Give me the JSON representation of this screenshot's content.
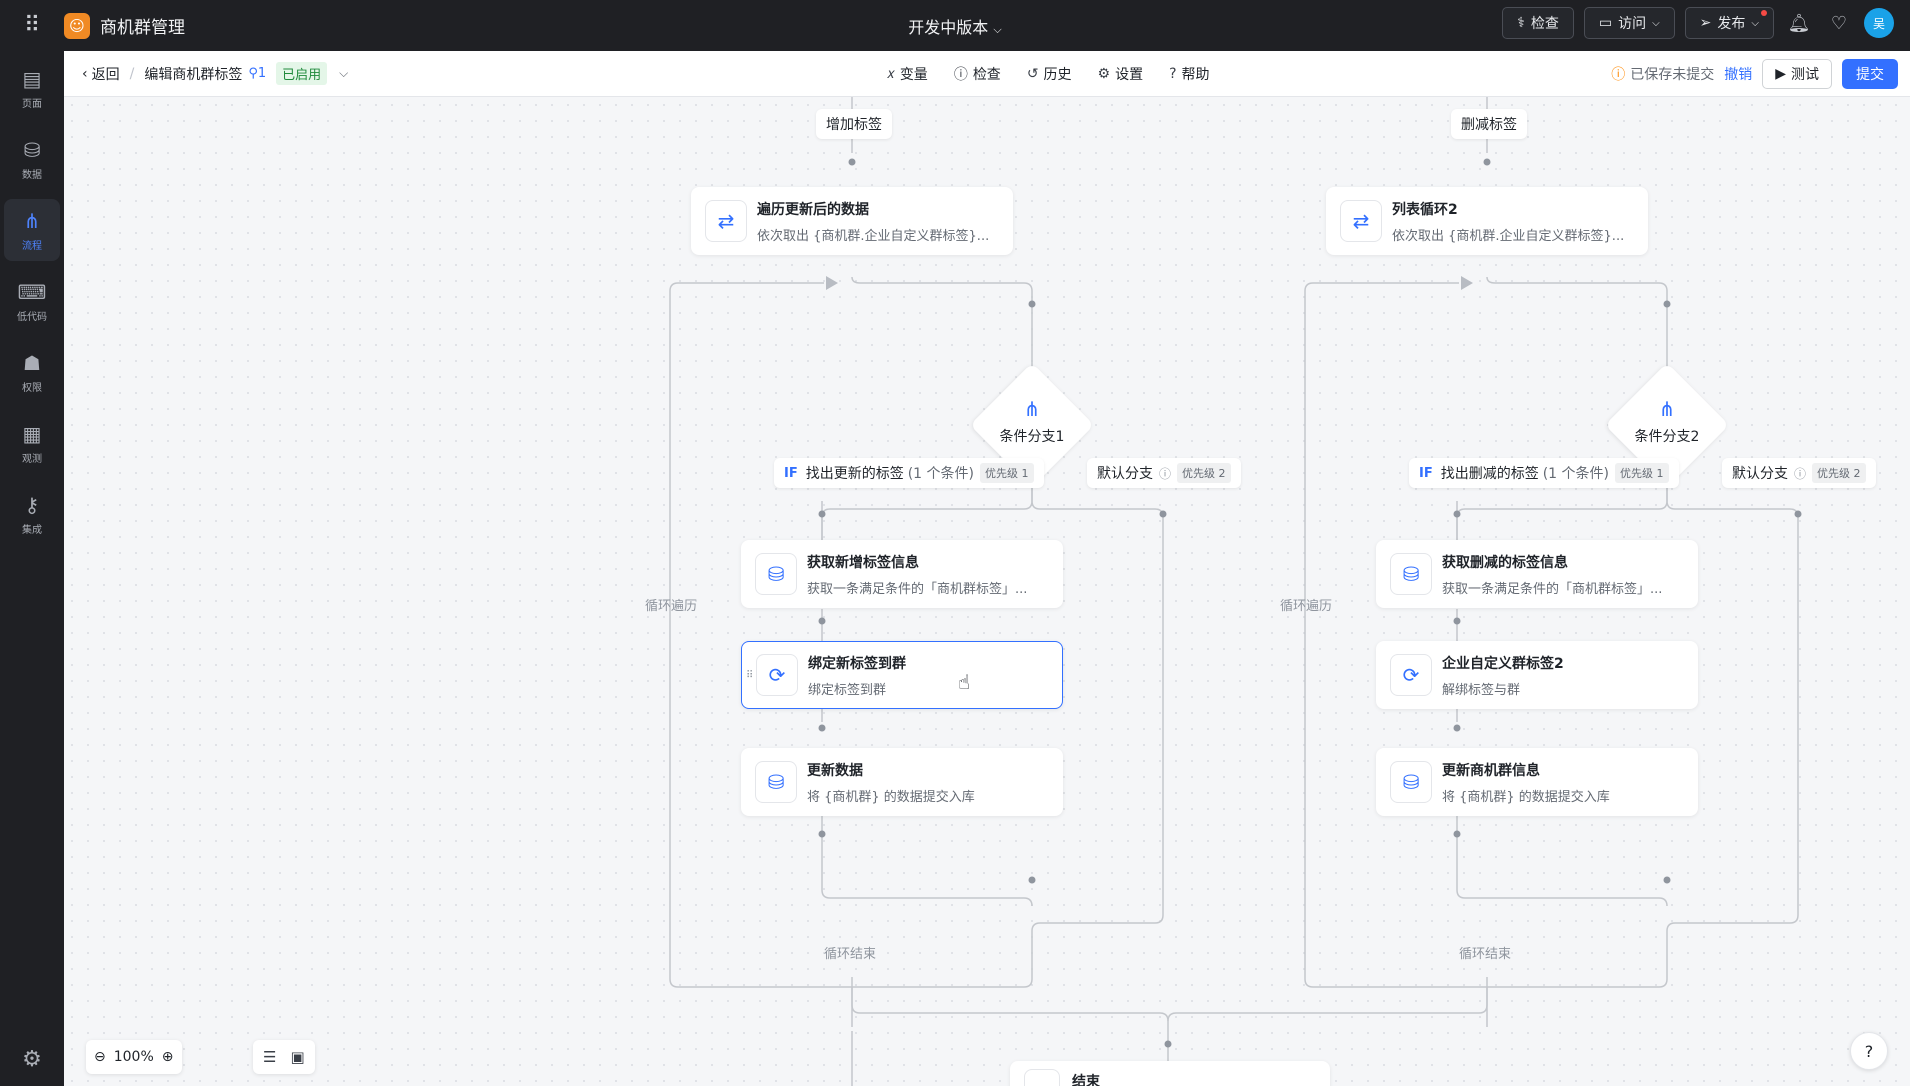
{
  "topbar": {
    "grid_icon": "apps-grid-icon",
    "app_name": "商机群管理",
    "version_label": "开发中版本",
    "check_label": "检查",
    "visit_label": "访问",
    "publish_label": "发布",
    "avatar_text": "吴"
  },
  "sidebar": {
    "items": [
      {
        "label": "页面",
        "icon": "pages-icon"
      },
      {
        "label": "数据",
        "icon": "database-icon"
      },
      {
        "label": "流程",
        "icon": "flow-icon"
      },
      {
        "label": "低代码",
        "icon": "code-icon"
      },
      {
        "label": "权限",
        "icon": "users-icon"
      },
      {
        "label": "观测",
        "icon": "monitor-icon"
      },
      {
        "label": "集成",
        "icon": "key-icon"
      }
    ],
    "active_index": 2
  },
  "toolbar": {
    "back_label": "返回",
    "crumb_label": "编辑商机群标签",
    "version_num": "1",
    "status_label": "已启用",
    "tools": [
      "变量",
      "检查",
      "历史",
      "设置",
      "帮助"
    ],
    "saved_text": "已保存未提交",
    "undo_label": "撤销",
    "test_label": "测试",
    "submit_label": "提交"
  },
  "canvas": {
    "left": {
      "header": "增加标签",
      "loop_title": "遍历更新后的数据",
      "loop_sub": "依次取出 {商机群.企业自定义群标签}...",
      "branch_title": "条件分支1",
      "if_label": "IF",
      "if_title": "找出更新的标签",
      "if_cond": "(1 个条件)",
      "if_prio": "优先级 1",
      "default_title": "默认分支",
      "default_prio": "优先级 2",
      "nodes": [
        {
          "title": "获取新增标签信息",
          "sub": "获取一条满足条件的「商机群标签」..."
        },
        {
          "title": "绑定新标签到群",
          "sub": "绑定标签到群"
        },
        {
          "title": "更新数据",
          "sub": "将 {商机群} 的数据提交入库"
        }
      ],
      "loop_side": "循环遍历",
      "loop_end": "循环结束"
    },
    "right": {
      "header": "删减标签",
      "loop_title": "列表循环2",
      "loop_sub": "依次取出 {商机群.企业自定义群标签}...",
      "branch_title": "条件分支2",
      "if_label": "IF",
      "if_title": "找出删减的标签",
      "if_cond": "(1 个条件)",
      "if_prio": "优先级 1",
      "default_title": "默认分支",
      "default_prio": "优先级 2",
      "nodes": [
        {
          "title": "获取删减的标签信息",
          "sub": "获取一条满足条件的「商机群标签」..."
        },
        {
          "title": "企业自定义群标签2",
          "sub": "解绑标签与群"
        },
        {
          "title": "更新商机群信息",
          "sub": "将 {商机群} 的数据提交入库"
        }
      ],
      "loop_side": "循环遍历",
      "loop_end": "循环结束"
    },
    "end_title": "结束"
  },
  "zoom": {
    "level": "100%"
  },
  "colors": {
    "accent": "#3370ff",
    "topbar_bg": "#1f2024",
    "enabled_green": "#1f8a3b"
  }
}
